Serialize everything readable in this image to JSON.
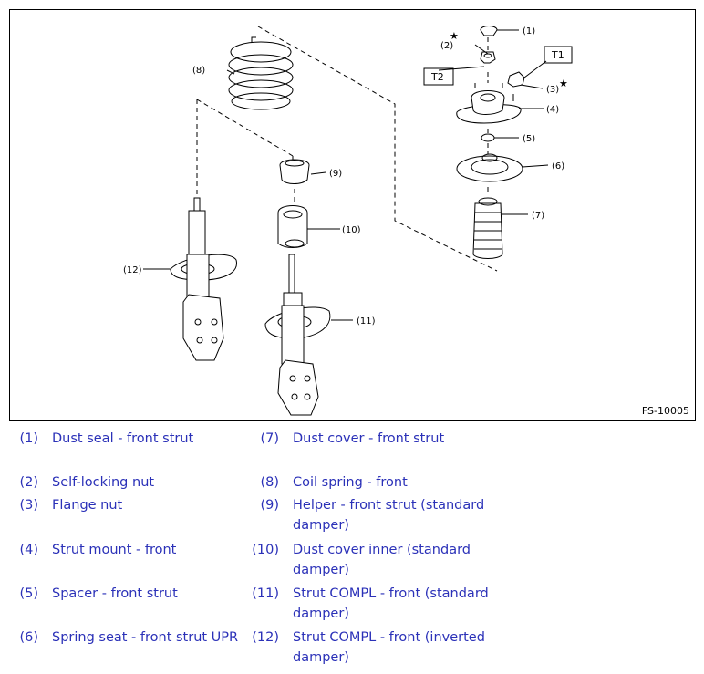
{
  "figure": {
    "figure_id": "FS-10005",
    "callouts": [
      "(1)",
      "(2)",
      "(3)",
      "(4)",
      "(5)",
      "(6)",
      "(7)",
      "(8)",
      "(9)",
      "(10)",
      "(11)",
      "(12)"
    ],
    "torque_labels": [
      "T1",
      "T2"
    ],
    "marker_symbol": "★"
  },
  "legend": [
    {
      "num": "(1)",
      "text": "Dust seal - front strut"
    },
    {
      "num": "(7)",
      "text": "Dust cover - front strut"
    },
    {
      "num": "(2)",
      "text": "Self-locking nut"
    },
    {
      "num": "(8)",
      "text": "Coil spring - front"
    },
    {
      "num": "(3)",
      "text": "Flange nut"
    },
    {
      "num": "(9)",
      "text": "Helper - front strut (standard damper)"
    },
    {
      "num": "(4)",
      "text": "Strut mount - front"
    },
    {
      "num": "(10)",
      "text": "Dust cover inner (standard damper)"
    },
    {
      "num": "(5)",
      "text": "Spacer - front strut"
    },
    {
      "num": "(11)",
      "text": "Strut COMPL - front (standard damper)"
    },
    {
      "num": "(6)",
      "text": "Spring seat - front strut UPR"
    },
    {
      "num": "(12)",
      "text": "Strut COMPL - front (inverted damper)"
    }
  ]
}
